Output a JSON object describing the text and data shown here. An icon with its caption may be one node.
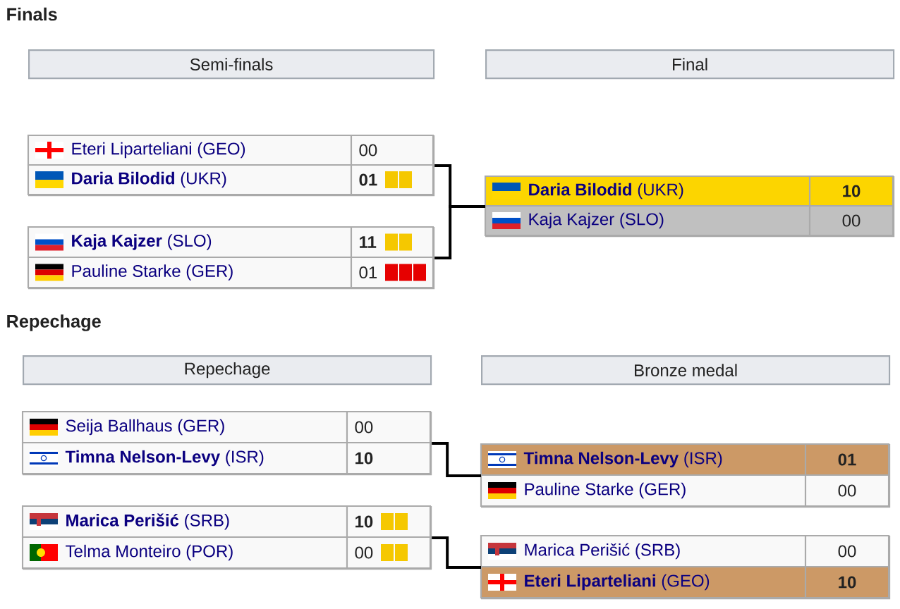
{
  "diagram": {
    "nodes": [
      {
        "text": [
          "Semi-finals"
        ]
      },
      {
        "text": [
          "Final"
        ]
      },
      {
        "text": [],
        "shape": "box"
      },
      {
        "text": [
          "Eteri Liparteliani (GEO)",
          "00"
        ],
        "in": 2
      },
      {
        "text": [
          "**Daria Bilodid** (UKR)",
          "01"
        ],
        "in": 2
      },
      {
        "text": [],
        "shape": "box"
      },
      {
        "text": [
          "**Kaja Kajzer** (SLO)",
          "11"
        ],
        "in": 5
      },
      {
        "text": [
          "Pauline Starke (GER)",
          "01"
        ],
        "in": 5
      },
      {
        "text": [],
        "shape": "box"
      },
      {
        "text": [
          "**Daria Bilodid** (UKR)",
          "10"
        ],
        "in": 8
      },
      {
        "text": [
          "Kaja Kajzer (SLO)",
          "00"
        ],
        "in": 8
      },
      {
        "text": [
          "Repechage"
        ]
      },
      {
        "text": [
          "Bronze medal"
        ]
      },
      {
        "text": [],
        "shape": "box"
      },
      {
        "text": [
          "Seija Ballhaus (GER)",
          "00"
        ],
        "in": 13
      },
      {
        "text": [
          "**Timna Nelson-Levy** (ISR)",
          "10"
        ],
        "in": 13
      },
      {
        "text": [],
        "shape": "box"
      },
      {
        "text": [
          "**Marica Perišić** (SRB)",
          "10"
        ],
        "in": 16
      },
      {
        "text": [
          "Telma Monteiro (POR)",
          "00"
        ],
        "in": 16
      },
      {
        "text": [],
        "shape": "box"
      },
      {
        "text": [
          "**Timna Nelson-Levy** (ISR)",
          "01"
        ],
        "in": 19
      },
      {
        "text": [
          "Pauline Starke (GER)",
          "00"
        ],
        "in": 19
      },
      {
        "text": [],
        "shape": "box"
      },
      {
        "text": [
          "Marica Perišić (SRB)",
          "00"
        ],
        "in": 22
      },
      {
        "text": [
          "**Eteri Liparteliani** (GEO)",
          "10"
        ],
        "in": 22
      }
    ],
    "edges": [
      {
        "from": 2,
        "to": 8,
        "arrow": "none"
      },
      {
        "from": 5,
        "to": 8,
        "arrow": "none"
      },
      {
        "from": 13,
        "to": 19,
        "arrow": "none"
      },
      {
        "from": 16,
        "to": 22,
        "arrow": "none"
      }
    ],
    "labels": [
      "Finals",
      "Repechage"
    ]
  }
}
